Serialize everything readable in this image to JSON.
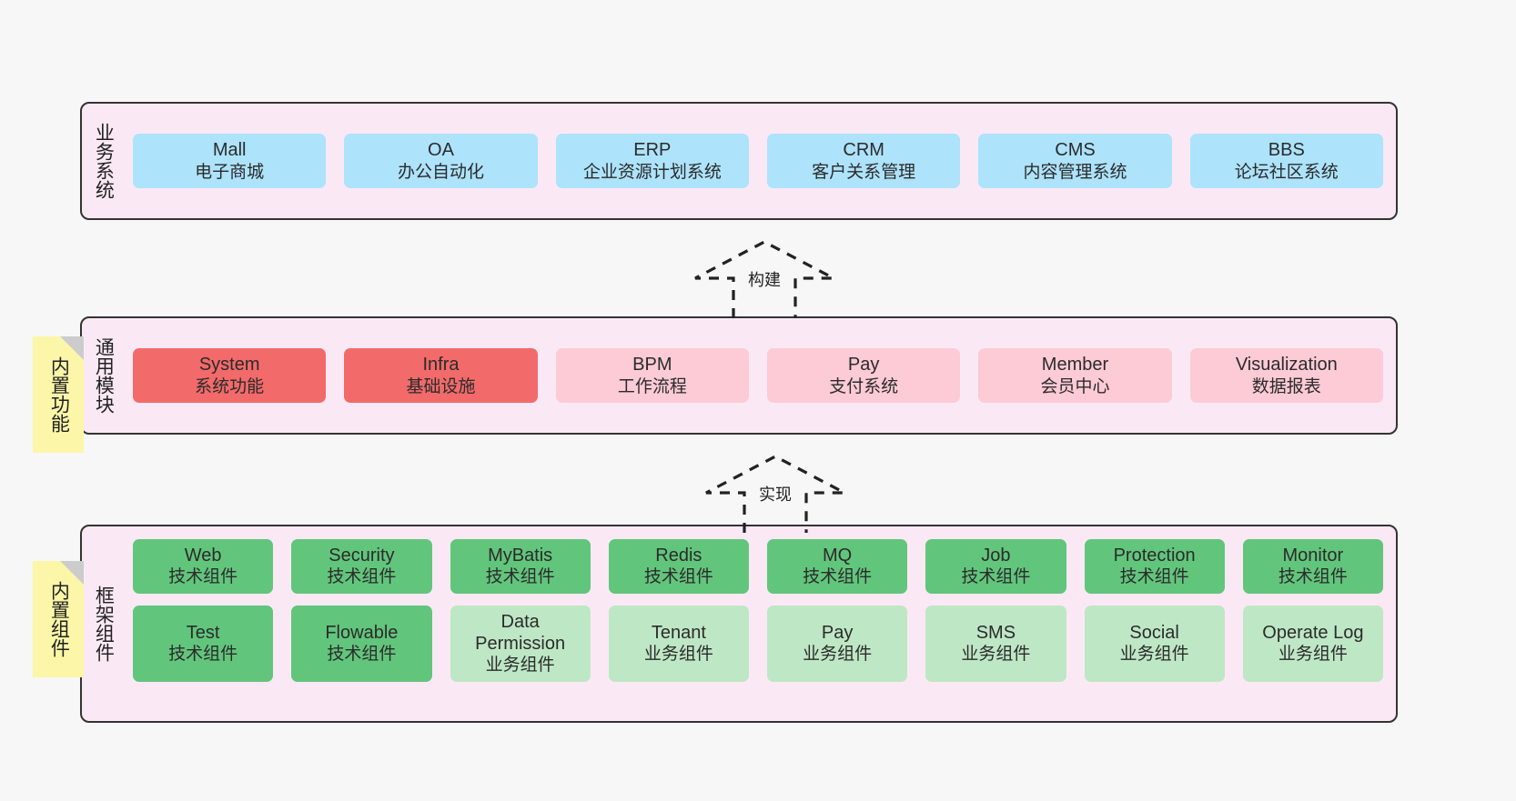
{
  "diagram": {
    "background": "#f7f7f7",
    "layer_bg": "#fae9f4",
    "layer_border": "#333333",
    "note_bg": "#fcf6a8",
    "colors": {
      "blue": "#ade3fb",
      "red": "#f26a6a",
      "pink": "#fccbd5",
      "green": "#62c57c",
      "light_green": "#bee7c5"
    }
  },
  "layers": [
    {
      "id": "business-system",
      "title": "业务系统",
      "cards": [
        {
          "en": "Mall",
          "cn": "电子商城",
          "color": "blue"
        },
        {
          "en": "OA",
          "cn": "办公自动化",
          "color": "blue"
        },
        {
          "en": "ERP",
          "cn": "企业资源计划系统",
          "color": "blue"
        },
        {
          "en": "CRM",
          "cn": "客户关系管理",
          "color": "blue"
        },
        {
          "en": "CMS",
          "cn": "内容管理系统",
          "color": "blue"
        },
        {
          "en": "BBS",
          "cn": "论坛社区系统",
          "color": "blue"
        }
      ]
    },
    {
      "id": "common-module",
      "title": "通用模块",
      "note": "内置功能",
      "cards": [
        {
          "en": "System",
          "cn": "系统功能",
          "color": "red"
        },
        {
          "en": "Infra",
          "cn": "基础设施",
          "color": "red"
        },
        {
          "en": "BPM",
          "cn": "工作流程",
          "color": "pink"
        },
        {
          "en": "Pay",
          "cn": "支付系统",
          "color": "pink"
        },
        {
          "en": "Member",
          "cn": "会员中心",
          "color": "pink"
        },
        {
          "en": "Visualization",
          "cn": "数据报表",
          "color": "pink"
        }
      ]
    },
    {
      "id": "framework-component",
      "title": "框架组件",
      "note": "内置组件",
      "rows": [
        [
          {
            "en": "Web",
            "cn": "技术组件",
            "color": "green"
          },
          {
            "en": "Security",
            "cn": "技术组件",
            "color": "green"
          },
          {
            "en": "MyBatis",
            "cn": "技术组件",
            "color": "green"
          },
          {
            "en": "Redis",
            "cn": "技术组件",
            "color": "green"
          },
          {
            "en": "MQ",
            "cn": "技术组件",
            "color": "green"
          },
          {
            "en": "Job",
            "cn": "技术组件",
            "color": "green"
          },
          {
            "en": "Protection",
            "cn": "技术组件",
            "color": "green"
          },
          {
            "en": "Monitor",
            "cn": "技术组件",
            "color": "green"
          }
        ],
        [
          {
            "en": "Test",
            "cn": "技术组件",
            "color": "green"
          },
          {
            "en": "Flowable",
            "cn": "技术组件",
            "color": "green"
          },
          {
            "en": "Data Permission",
            "cn": "业务组件",
            "color": "light_green"
          },
          {
            "en": "Tenant",
            "cn": "业务组件",
            "color": "light_green"
          },
          {
            "en": "Pay",
            "cn": "业务组件",
            "color": "light_green"
          },
          {
            "en": "SMS",
            "cn": "业务组件",
            "color": "light_green"
          },
          {
            "en": "Social",
            "cn": "业务组件",
            "color": "light_green"
          },
          {
            "en": "Operate Log",
            "cn": "业务组件",
            "color": "light_green"
          }
        ]
      ]
    }
  ],
  "connectors": [
    {
      "id": "build",
      "label": "构建"
    },
    {
      "id": "implement",
      "label": "实现"
    }
  ]
}
